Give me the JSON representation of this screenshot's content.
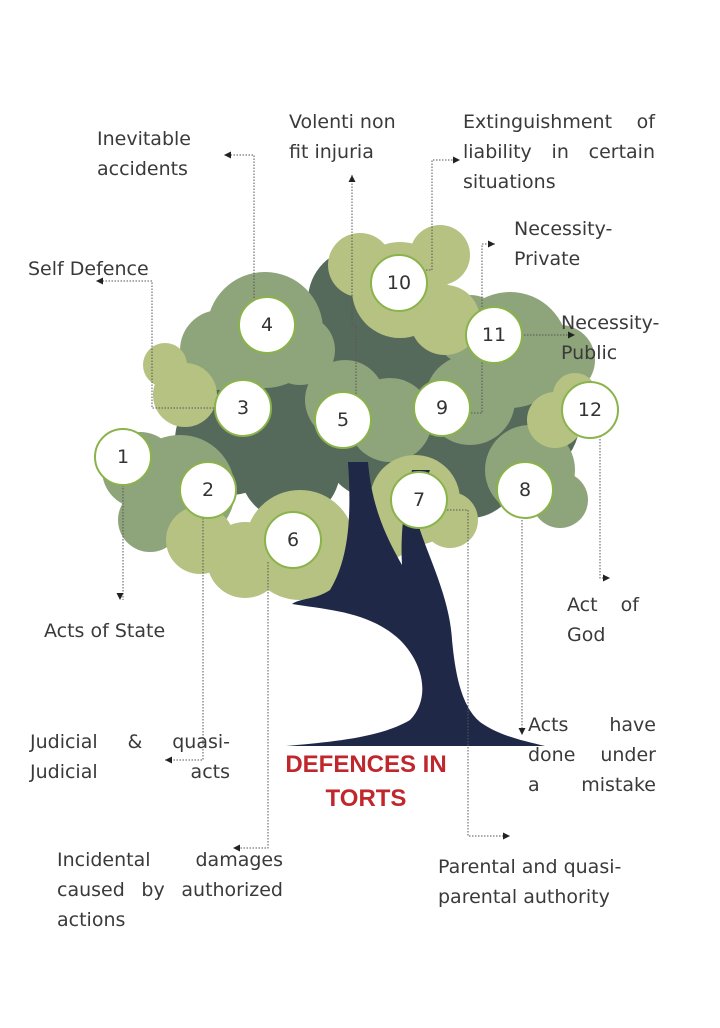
{
  "title": {
    "lines": [
      "DEFENCES IN",
      "TORTS"
    ],
    "color": "#c0272d"
  },
  "colors": {
    "trunk": "#1f2847",
    "foliage_dark": "#566a5c",
    "foliage_mid": "#8ea47a",
    "foliage_light": "#b5c282",
    "foliage_olive": "#a8b16e",
    "node_ring": "#8ab34a",
    "connector": "#555555"
  },
  "defences": [
    {
      "number": "1",
      "label": [
        "Acts of State"
      ]
    },
    {
      "number": "2",
      "label": [
        "Judicial  &  quasi-",
        "Judicial acts"
      ]
    },
    {
      "number": "3",
      "label": [
        "Self Defence"
      ]
    },
    {
      "number": "4",
      "label": [
        "Inevitable",
        "accidents"
      ]
    },
    {
      "number": "5",
      "label": [
        "Volenti non",
        "fit injuria"
      ]
    },
    {
      "number": "6",
      "label": [
        "Incidental    damages",
        "caused by authorized",
        "actions"
      ]
    },
    {
      "number": "7",
      "label": [
        "Parental and quasi-",
        "parental authority"
      ]
    },
    {
      "number": "8",
      "label": [
        "Acts     have",
        "done  under",
        "a mistake"
      ]
    },
    {
      "number": "9",
      "label": [
        "Necessity-",
        "Private"
      ]
    },
    {
      "number": "10",
      "label": [
        "Extinguishment  of",
        "liability  in  certain",
        "situations"
      ]
    },
    {
      "number": "11",
      "label": [
        "Necessity-",
        "Public"
      ]
    },
    {
      "number": "12",
      "label": [
        "Act   of",
        "God"
      ]
    }
  ]
}
